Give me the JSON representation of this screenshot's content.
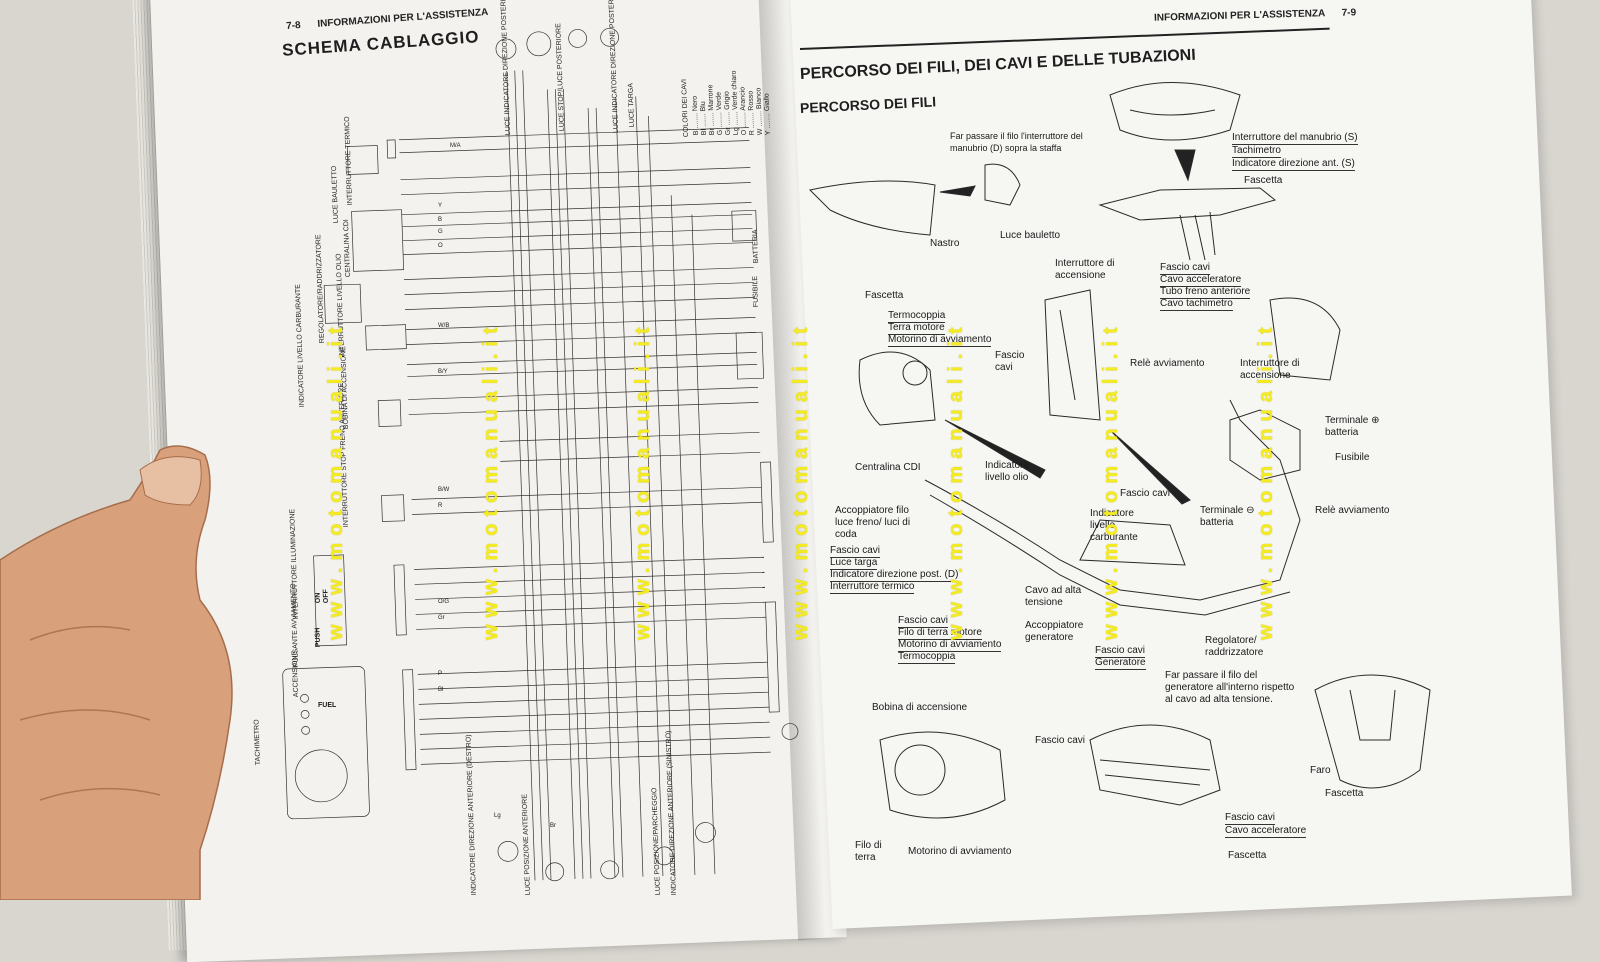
{
  "left_page": {
    "page_number": "7-8",
    "header": "INFORMAZIONI PER L'ASSISTENZA",
    "title": "SCHEMA CABLAGGIO",
    "component_labels": [
      "LUCE INDICATORE DIREZIONE POSTERIORE (DESTRO)",
      "LUCE STOP/LUCE POSTERIORE",
      "LUCE INDICATORE DIREZIONE POSTERIORE (SINISTRO)",
      "LUCE TARGA",
      "LUCE BAULETTO",
      "INTERRUTTORE TERMICO",
      "CENTRALINA CDI",
      "REGOLATORE/RADDRIZZATORE",
      "INTERRUTTORE LIVELLO OLIO",
      "INDICATORE LIVELLO CARBURANTE",
      "BOBINA DI ACCENSIONE",
      "INTERRUTTORE STOP FRENO ANTERIORE",
      "INTERRUTTORE ILLUMINAZIONE",
      "PULSANTE AVVIAMENTO",
      "TACHIMETRO",
      "COLORI DEI CAVI",
      "FUSIBILE",
      "BATTERIA",
      "LUCE POSIZIONE ANTERIORE",
      "INDICATORE DIREZIONE ANTERIORE (DESTRO)",
      "INDICATORE DIREZIONE ANTERIORE (SINISTRO)",
      "ACCENSIONE",
      "LUCE POSIZIONE/PARCHEGGIO"
    ],
    "switch_labels": [
      "ON",
      "OFF",
      "PUSH",
      "FUEL"
    ],
    "wire_codes": [
      "M/A",
      "B/W",
      "R",
      "O",
      "Y",
      "B",
      "G",
      "Lg",
      "Br",
      "B/Y",
      "W/B",
      "O/G",
      "Gr",
      "Bl",
      "P"
    ],
    "color_legend": [
      "B ........ Nero",
      "Bl ....... Blu",
      "Br ....... Marrone",
      "G ........ Verde",
      "Gr ....... Grigio",
      "Lg ....... Verde chiaro",
      "O ........ Arancio",
      "R ........ Rosso",
      "W ........ Bianco",
      "Y ........ Giallo"
    ]
  },
  "right_page": {
    "page_number": "7-9",
    "header": "INFORMAZIONI PER L'ASSISTENZA",
    "title": "PERCORSO DEI FILI, DEI CAVI E DELLE TUBAZIONI",
    "subtitle": "PERCORSO DEI FILI",
    "callouts": {
      "pass_wire": "Far passare il filo l'interruttore del manubrio (D) sopra la staffa",
      "handlebar_switch": "Interruttore del manubrio (S)",
      "tachimetro": "Tachimetro",
      "front_indicator": "Indicatore direzione ant. (S)",
      "fascetta_top": "Fascetta",
      "nastro": "Nastro",
      "luce_bauletto": "Luce bauletto",
      "interruttore_accensione": "Interruttore di accensione",
      "fascio_cavi": "Fascio cavi",
      "cavo_acceleratore": "Cavo acceleratore",
      "tubo_freno": "Tubo freno anteriore",
      "cavo_tachimetro": "Cavo tachimetro",
      "fascetta": "Fascetta",
      "termocoppia": "Termocoppia",
      "terra_motore": "Terra motore",
      "motorino_avviamento": "Motorino di avviamento",
      "fascio_cavi_2": "Fascio cavi",
      "rele_avviamento": "Relè avviamento",
      "interruttore_accensione_2": "Interruttore di accensione",
      "terminale_piu": "Terminale ⊕ batteria",
      "fusibile": "Fusibile",
      "centralina": "Centralina CDI",
      "indicatore_olio": "Indicatore livello olio",
      "accoppiatore_filo": "Accoppiatore filo luce freno/ luci di coda",
      "fascio_cavi_3": "Fascio cavi",
      "indicatore_carburante": "Indicatore livello carburante",
      "terminale_meno": "Terminale ⊖ batteria",
      "rele_avviamento_2": "Relè avviamento",
      "fascio_cavi_list": [
        "Fascio cavi",
        "Luce targa",
        "Indicatore direzione post. (D)",
        "Interruttore termico"
      ],
      "cavo_alta": "Cavo ad alta tensione",
      "fascio_cavi_list_2": [
        "Fascio cavi",
        "Filo di terra motore",
        "Motorino di avviamento",
        "Termocoppia"
      ],
      "accoppiatore_generatore": "Accoppiatore generatore",
      "fascio_generatore": [
        "Fascio cavi",
        "Generatore"
      ],
      "regolatore": "Regolatore/ raddrizzatore",
      "far_passare_generatore": "Far passare il filo del generatore all'interno rispetto al cavo ad alta tensione.",
      "bobina": "Bobina di accensione",
      "filo_terra": "Filo di terra",
      "motorino_2": "Motorino di avviamento",
      "faro": "Faro",
      "cavo_acc_list": [
        "Fascio cavi",
        "Cavo acceleratore"
      ]
    }
  },
  "watermark": "www.motomanuali.it"
}
